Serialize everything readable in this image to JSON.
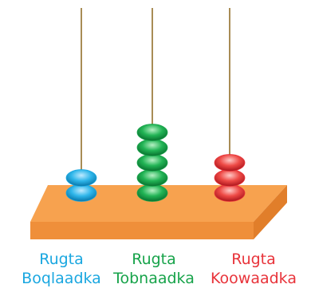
{
  "colors": {
    "ones": "#1aa7e0",
    "tens": "#17a34a",
    "hundreds": "#e8333a",
    "board_top": "#f7a24f",
    "board_front": "#ef8f3a",
    "rod": "#a88c55"
  },
  "rods": [
    {
      "key": "ones",
      "beads": 2,
      "label_line1": "Rugta",
      "label_line2": "Boqlaadka"
    },
    {
      "key": "tens",
      "beads": 5,
      "label_line1": "Rugta",
      "label_line2": "Tobnaadka"
    },
    {
      "key": "hundreds",
      "beads": 3,
      "label_line1": "Rugta",
      "label_line2": "Koowaadka"
    }
  ]
}
